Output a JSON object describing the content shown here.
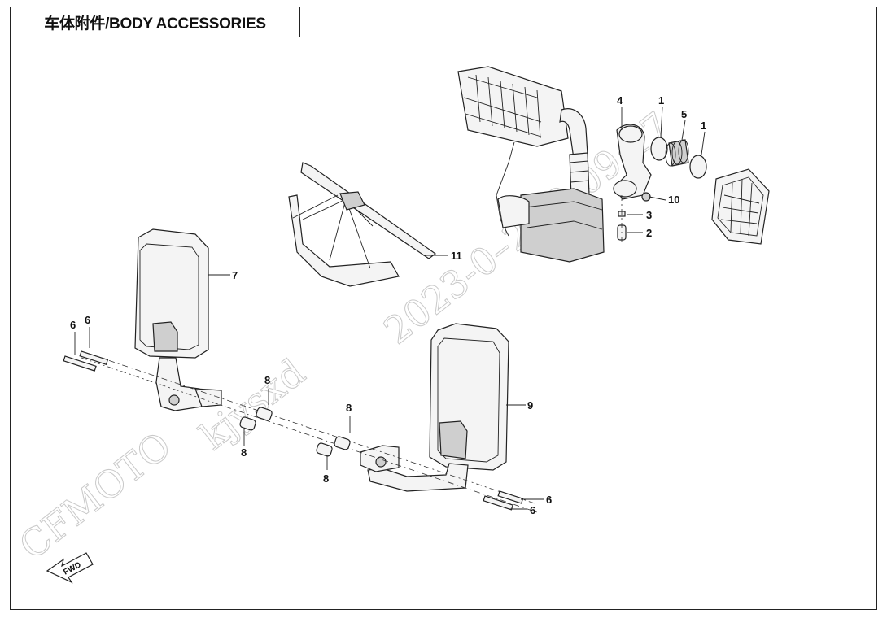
{
  "title": "车体附件/BODY ACCESSORIES",
  "watermark": {
    "brand": "CFMOTO",
    "user": "kjysxd",
    "timestamp": "2023-0–2 –3:09:17"
  },
  "fwd_label": "FWD",
  "callouts": {
    "c1a": "1",
    "c1b": "1",
    "c2": "2",
    "c3": "3",
    "c4": "4",
    "c5": "5",
    "c6a": "6",
    "c6b": "6",
    "c6c": "6",
    "c6d": "6",
    "c7": "7",
    "c8a": "8",
    "c8b": "8",
    "c8c": "8",
    "c8d": "8",
    "c9": "9",
    "c10": "10",
    "c11": "11"
  }
}
